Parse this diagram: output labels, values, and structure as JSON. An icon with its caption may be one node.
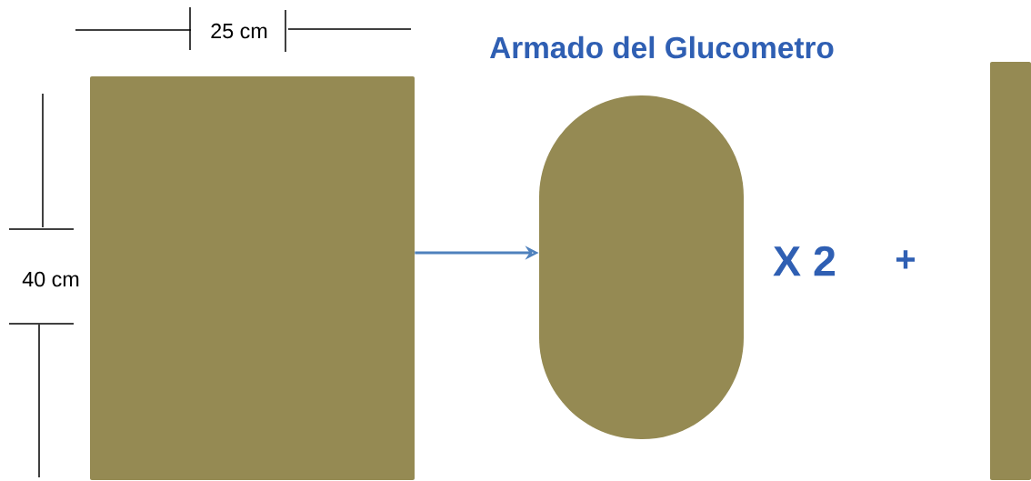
{
  "diagram": {
    "title": "Armado del Glucometro",
    "nodes": [
      {
        "text": [],
        "shape": "box"
      },
      {
        "text": [],
        "shape": "stadium"
      },
      {
        "text": [],
        "shape": "bar"
      }
    ],
    "edges": [
      {
        "from": 0,
        "to": 1,
        "arrow": "to"
      }
    ],
    "labels": [
      "25 cm",
      "40 cm",
      "X 2",
      "+"
    ]
  }
}
